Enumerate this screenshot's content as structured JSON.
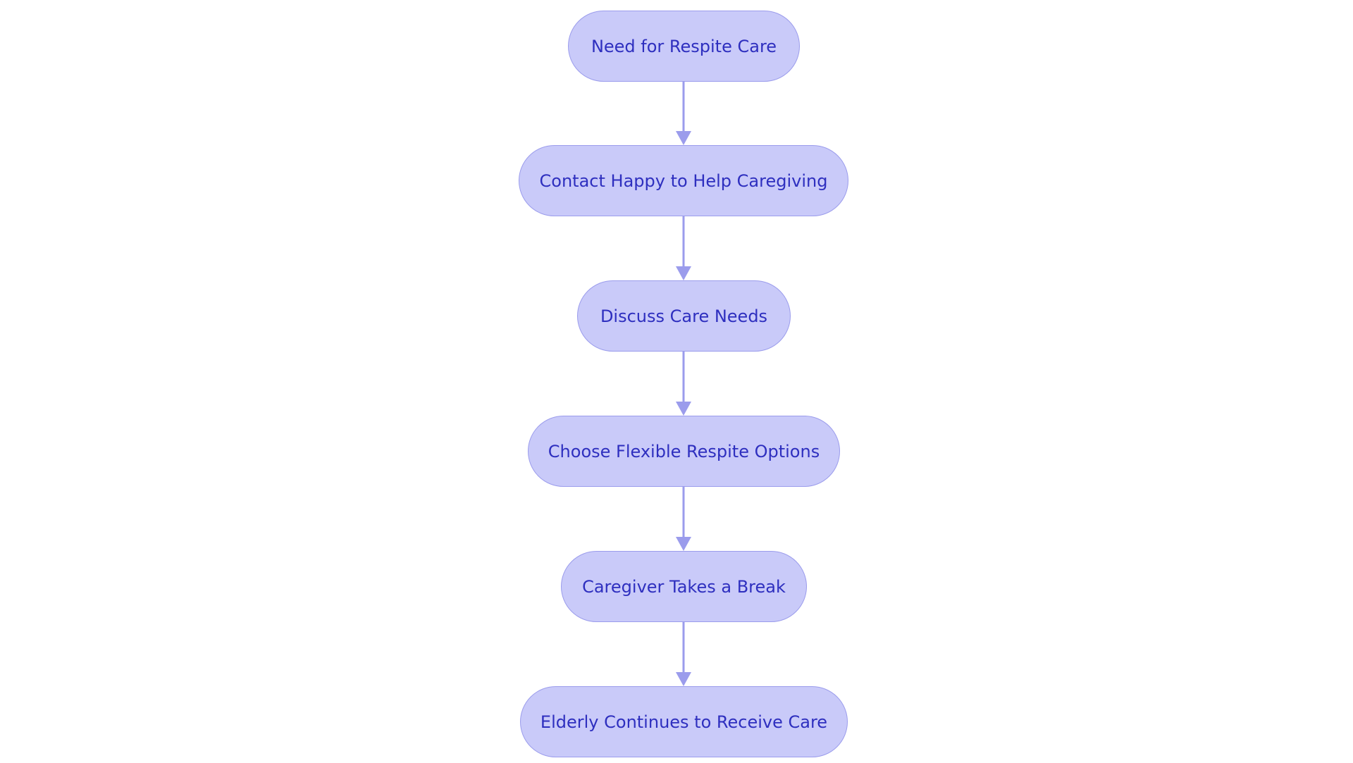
{
  "diagram": {
    "type": "flowchart",
    "direction": "top-to-bottom",
    "node_fill": "#c9caf9",
    "node_border": "#9b9cec",
    "text_color": "#2e2fbf",
    "edge_color": "#9b9cec",
    "nodes": [
      {
        "id": "n1",
        "label": "Need for Respite Care"
      },
      {
        "id": "n2",
        "label": "Contact Happy to Help Caregiving"
      },
      {
        "id": "n3",
        "label": "Discuss Care Needs"
      },
      {
        "id": "n4",
        "label": "Choose Flexible Respite Options"
      },
      {
        "id": "n5",
        "label": "Caregiver Takes a Break"
      },
      {
        "id": "n6",
        "label": "Elderly Continues to Receive Care"
      }
    ],
    "edges": [
      {
        "from": "n1",
        "to": "n2"
      },
      {
        "from": "n2",
        "to": "n3"
      },
      {
        "from": "n3",
        "to": "n4"
      },
      {
        "from": "n4",
        "to": "n5"
      },
      {
        "from": "n5",
        "to": "n6"
      }
    ]
  }
}
